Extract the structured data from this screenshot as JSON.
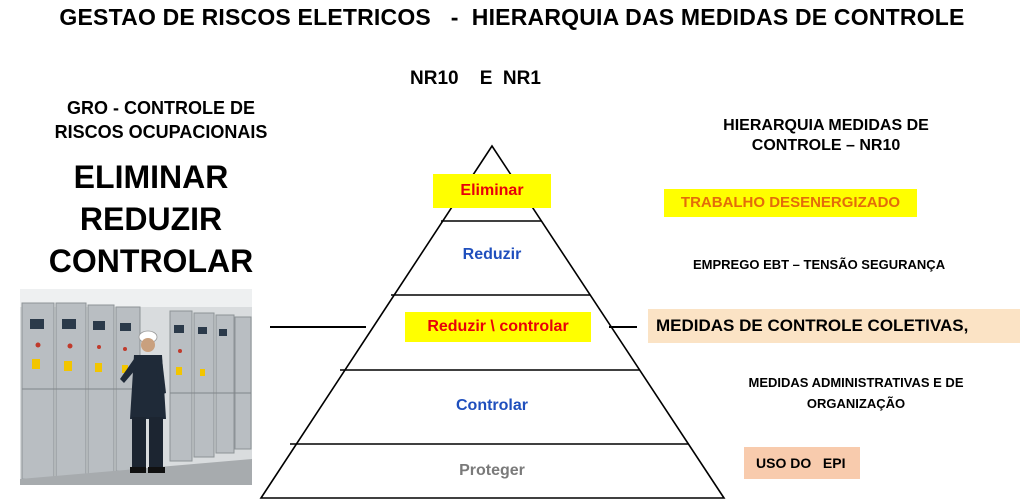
{
  "title": "GESTAO DE RISCOS ELETRICOS   -  HIERARQUIA DAS MEDIDAS DE CONTROLE",
  "subtitle": "NR10    E  NR1",
  "left": {
    "heading_line1": "GRO - CONTROLE DE",
    "heading_line2": "RISCOS OCUPACIONAIS",
    "words": [
      "ELIMINAR",
      "REDUZIR",
      "CONTROLAR"
    ]
  },
  "right_heading": {
    "line1": "HIERARQUIA MEDIDAS DE",
    "line2": "CONTROLE – NR10"
  },
  "pyramid": {
    "tiers": [
      "Eliminar",
      "Reduzir",
      "Reduzir \\ controlar",
      "Controlar",
      "Proteger"
    ]
  },
  "measures": [
    "TRABALHO DESENERGIZADO",
    "EMPREGO EBT – TENSÃO SEGURANÇA",
    "MEDIDAS DE CONTROLE COLETIVAS,",
    "MEDIDAS ADMINISTRATIVAS E DE",
    "ORGANIZAÇÃO",
    "USO DO   EPI"
  ],
  "colors": {
    "highlight": "#ffff00",
    "red_text": "#e8000a",
    "orange_text": "#e36c09",
    "blue_text": "#1f4fbd",
    "gray_text": "#7a7a7a",
    "peach_box": "#fbe3c5",
    "pink_box": "#f8cbad"
  },
  "icons": {
    "photo": "switchgear-worker-photo"
  }
}
